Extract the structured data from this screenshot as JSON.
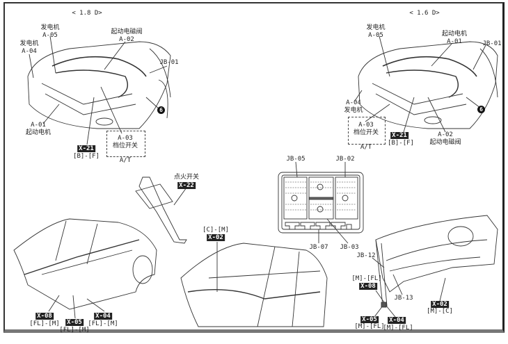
{
  "panels": {
    "engine_1_8": {
      "title": "< 1.8 D>",
      "labels": {
        "a05_name": "发电机",
        "a05": "A-05",
        "a04_name": "发电机",
        "a04": "A-04",
        "a02_name": "起动电磁阀",
        "a02": "A-02",
        "jb01": "JB-01",
        "ground": "6",
        "a01": "A-01",
        "a01_name": "起动电机",
        "x21": "X-21",
        "x21_conn": "[B]-[F]",
        "a03": "A-03",
        "a03_name": "档位开关",
        "at": "A/T"
      }
    },
    "engine_1_6": {
      "title": "< 1.6 D>",
      "labels": {
        "a05_name": "发电机",
        "a05": "A-05",
        "a01_name": "起动电机",
        "a01": "A-01",
        "jb01": "JB-01",
        "ground": "6",
        "a04": "A-04",
        "a04_name": "发电机",
        "a03": "A-03",
        "a03_name": "档位开关",
        "at": "A/T",
        "x21": "X-21",
        "x21_conn": "[B]-[F]",
        "a02": "A-02",
        "a02_name": "起动电磁阀"
      }
    },
    "ignition": {
      "name": "点火开关",
      "x22": "X-22"
    },
    "left_car": {
      "x08": "X-08",
      "x08_conn": "[FL]-[M]",
      "x05": "X-05",
      "x05_conn": "[FL]-[M]",
      "x04": "X-04",
      "x04_conn": "[FL]-[M]"
    },
    "middle_car": {
      "x02_conn": "[C]-[M]",
      "x02": "X-02"
    },
    "fuse_box": {
      "jb05": "JB-05",
      "jb02": "JB-02",
      "jb07": "JB-07",
      "jb03": "JB-03"
    },
    "dashboard": {
      "jb12": "JB-12",
      "x08_conn": "[M]-[FL]",
      "x08": "X-08",
      "jb13": "JB-13",
      "x02": "X-02",
      "x02_conn": "[M]-[C]",
      "x05": "X-05",
      "x05_conn": "[M]-[FL]",
      "x04": "X-04",
      "x04_conn": "[M]-[FL]"
    }
  }
}
